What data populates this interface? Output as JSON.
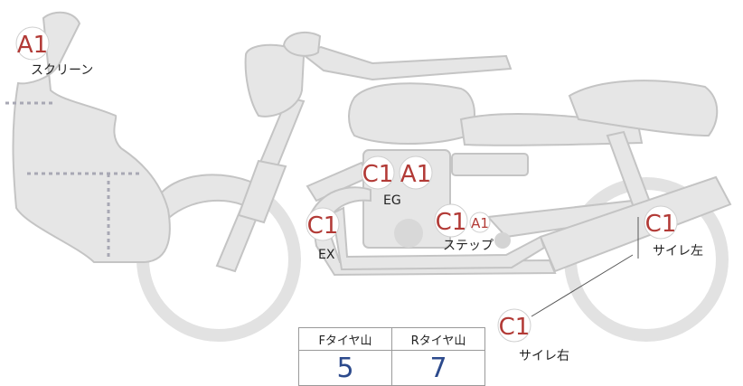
{
  "labels": {
    "screen": "スクリーン",
    "eg": "EG",
    "ex": "EX",
    "step": "ステップ",
    "side_left": "サイレ左",
    "side_right": "サイレ右"
  },
  "badges": {
    "screen": "A1",
    "eg_c": "C1",
    "eg_a": "A1",
    "ex": "C1",
    "step_c": "C1",
    "step_a": "A1",
    "side_left": "C1",
    "side_right": "C1"
  },
  "tire_table": {
    "headers": [
      "Fタイヤ山",
      "Rタイヤ山"
    ],
    "values": [
      "5",
      "7"
    ]
  },
  "colors": {
    "badge_text": "#b23a36",
    "value_text": "#2c4a8c",
    "body_fill": "#e6e6e6",
    "body_stroke": "#c4c4c4"
  }
}
